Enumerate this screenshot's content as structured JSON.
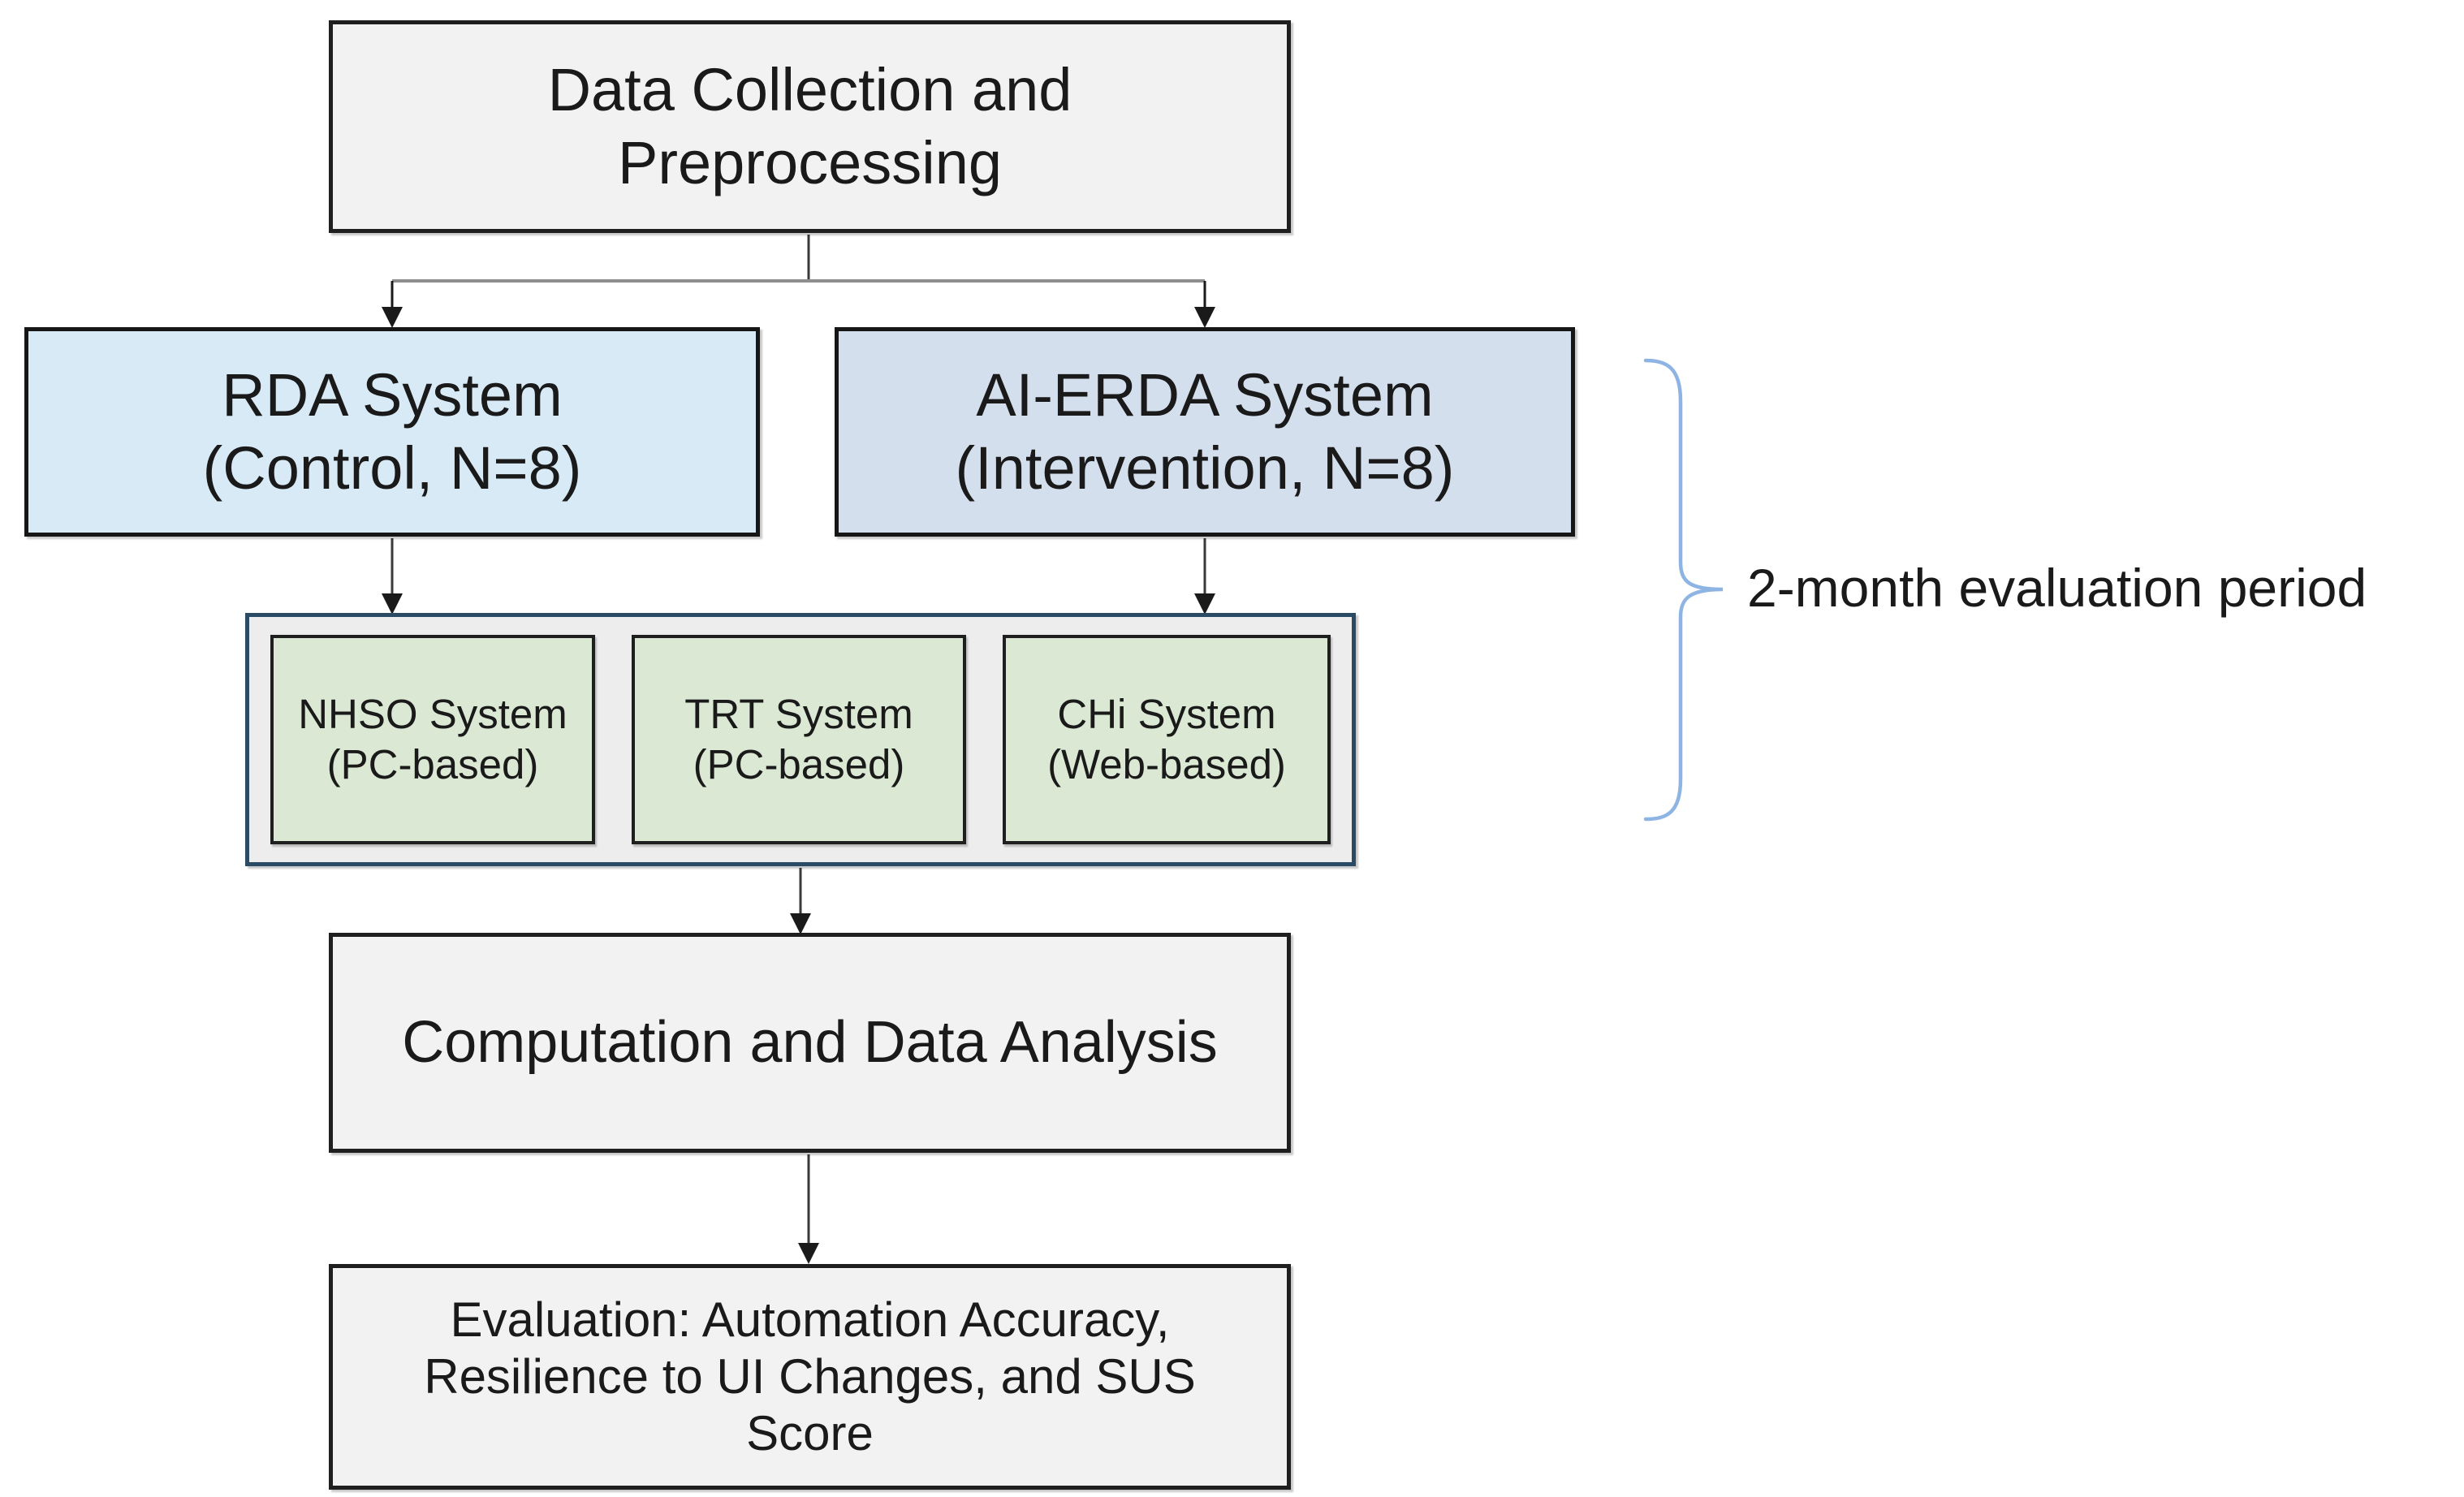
{
  "nodes": {
    "data_collection": {
      "lines": [
        "Data Collection and",
        "Preprocessing"
      ]
    },
    "rda": {
      "lines": [
        "RDA System",
        "(Control, N=8)"
      ]
    },
    "ai_erda": {
      "lines": [
        "AI-ERDA System",
        "(Intervention, N=8)"
      ]
    },
    "nhso": {
      "lines": [
        "NHSO System",
        "(PC-based)"
      ]
    },
    "trt": {
      "lines": [
        "TRT System",
        "(PC-based)"
      ]
    },
    "chi": {
      "lines": [
        "CHi System",
        "(Web-based)"
      ]
    },
    "computation": {
      "lines": [
        "Computation and Data Analysis"
      ]
    },
    "evaluation": {
      "lines": [
        "Evaluation: Automation Accuracy,",
        "Resilience to UI Changes, and SUS",
        "Score"
      ]
    }
  },
  "annotation": {
    "bracket_label": "2-month evaluation period"
  },
  "colors": {
    "plain_box_fill": "#f2f2f2",
    "rda_fill": "#d9eaf7",
    "ai_erda_fill": "#d4dfee",
    "green_fill": "#dbe9d4",
    "container_fill": "#ededed",
    "container_border": "#2b4a63",
    "box_border": "#1f1f1f",
    "bracket_blue": "#8eb4e3",
    "connector_gray": "#8e8e8e",
    "arrow_black": "#1a1a1a"
  }
}
